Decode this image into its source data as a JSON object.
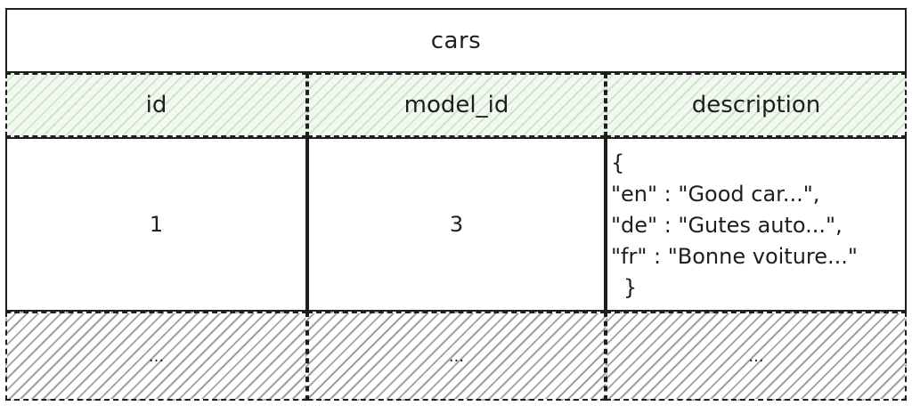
{
  "table": {
    "title": "cars",
    "columns": [
      "id",
      "model_id",
      "description"
    ],
    "row": {
      "id": "1",
      "model_id": "3",
      "description_lines": [
        "{",
        "\"en\" : \"Good car...\",",
        "\"de\" : \"Gutes auto...\",",
        "\"fr\" : \"Bonne voiture...\"",
        "}"
      ]
    },
    "placeholder_row": [
      "...",
      "...",
      "..."
    ]
  },
  "colors": {
    "stroke": "#1e1e1e",
    "header_fill": "#a8cda0",
    "placeholder_hatch": "#969696",
    "background": "#ffffff"
  }
}
